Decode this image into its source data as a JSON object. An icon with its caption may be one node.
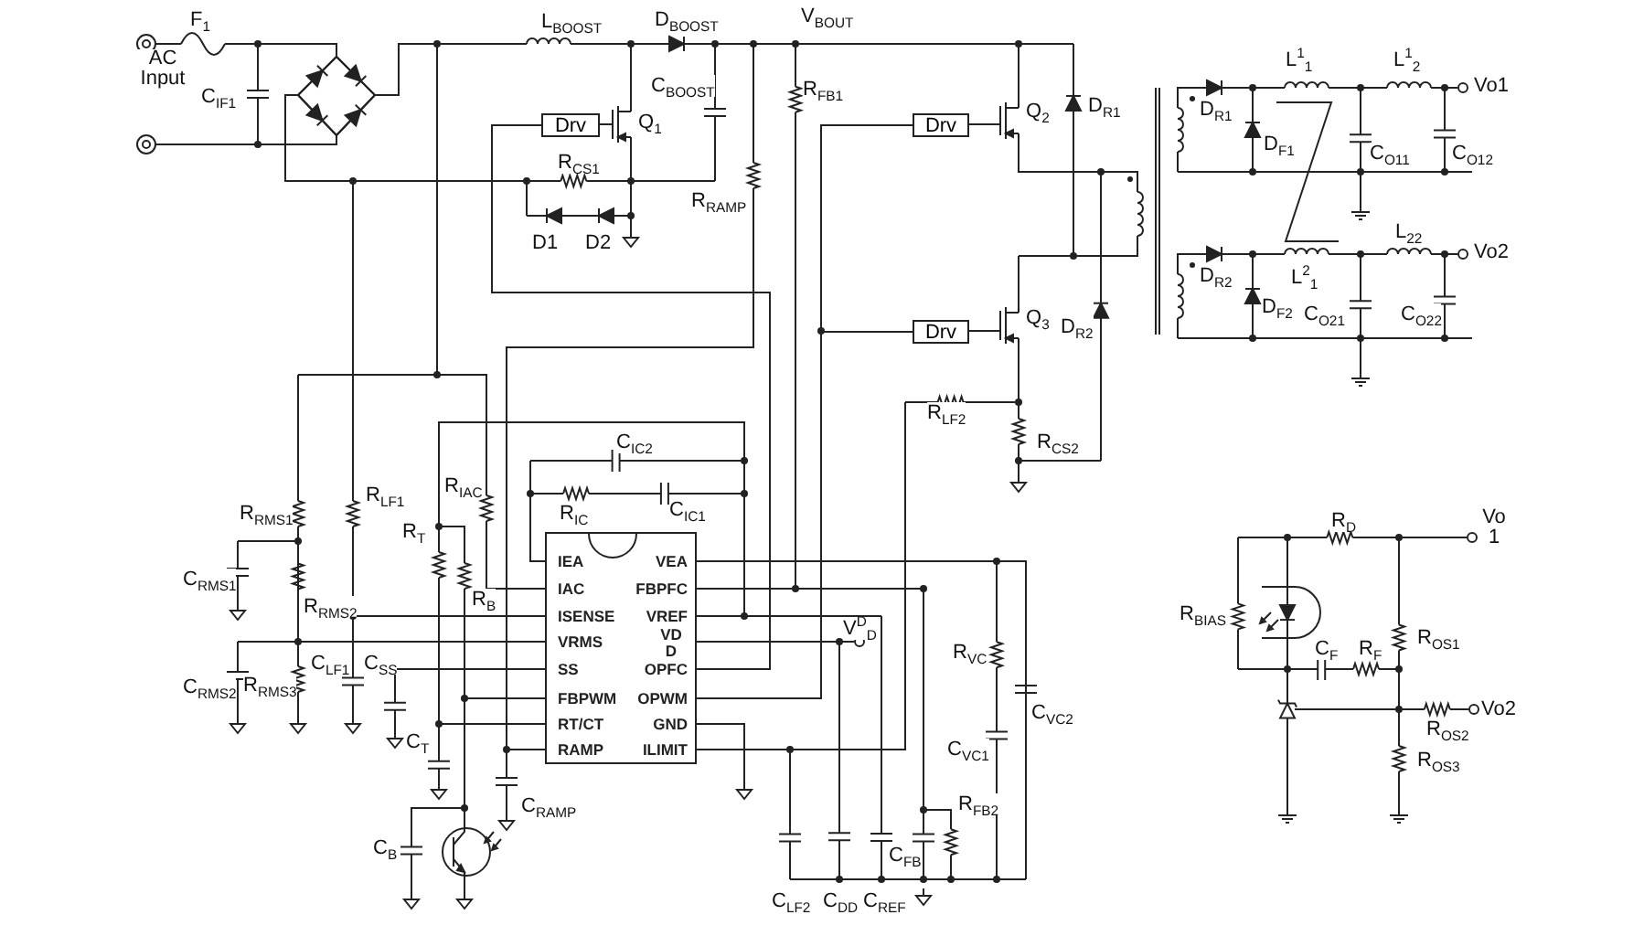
{
  "diagram": {
    "nodes": [
      {
        "text": [
          "Drv"
        ]
      },
      {
        "text": [
          "Drv"
        ]
      },
      {
        "text": [
          "Drv"
        ]
      },
      {
        "text": [
          "IEA",
          "IAC",
          "ISENSE",
          "VRMS",
          "SS",
          "FBPWM",
          "RT/CT",
          "RAMP",
          "VEA",
          "FBPFC",
          "VREF",
          "VD D",
          "OPFC",
          "OPWM",
          "GND",
          "ILIMIT"
        ]
      }
    ],
    "edges": [
      {
        "from": 3,
        "to": 0,
        "arrow": "none"
      },
      {
        "from": 3,
        "to": 1,
        "arrow": "none"
      },
      {
        "from": 3,
        "to": 2,
        "arrow": "none"
      }
    ],
    "labels": [
      "F$_{1}$",
      "L$_{BOOST}$",
      "D$_{BOOST}$",
      "V$_{BOUT}$",
      "AC Input",
      "L$^{1}$$_{1}$",
      "L$^{1}$$_{2}$",
      "Vo1",
      "C$_{IF1}$",
      "C$_{BOOST}$",
      "R$_{FB1}$",
      "Q$_{1}$",
      "Q$_{2}$",
      "D$_{R1}$",
      "D$_{R1}$",
      "D$_{F1}$",
      "C$_{O11}$",
      "C$_{O12}$",
      "R$_{CS1}$",
      "R$_{RAMP}$",
      "D1",
      "D2",
      "L$_{22}$",
      "Vo2",
      "D$_{R2}$",
      "L$^{2}$$_{1}$",
      "Q$_{3}$",
      "D$_{R2}$",
      "D$_{F2}$",
      "C$_{O21}$",
      "C$_{O22}$",
      "R$_{LF2}$",
      "C$_{IC2}$",
      "R$_{CS2}$",
      "R$_{IAC}$",
      "R$_{IC}$",
      "C$_{IC1}$",
      "R$_{LF1}$",
      "R$_{RMS1}$",
      "R$_{T}$",
      "R$_{D}$",
      "Vo 1",
      "C$_{RMS1}$",
      "R$_{RMS2}$",
      "R$_{B}$",
      "R$_{BIAS}$",
      "R$_{OS1}$",
      "V$^{D}$$_{D}$",
      "C$_{F}$",
      "R$_{F}$",
      "C$_{LF1}$",
      "C$_{SS}$",
      "R$_{VC}$",
      "C$_{RMS2}$",
      "R$_{RMS3}$",
      "C$_{VC2}$",
      "Vo2",
      "R$_{OS2}$",
      "C$_{T}$",
      "C$_{VC1}$",
      "R$_{OS3}$",
      "C$_{RAMP}$",
      "R$_{FB2}$",
      "C$_{B}$",
      "C$_{FB}$",
      "C$_{LF2}$",
      "C$_{DD}$",
      "C$_{REF}$"
    ]
  }
}
